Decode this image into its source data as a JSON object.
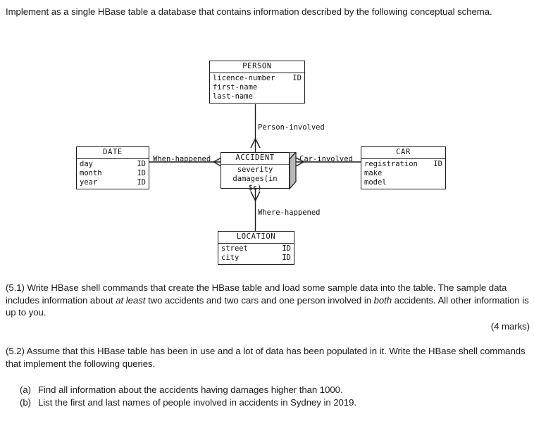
{
  "document": {
    "intro": "Implement as a single HBase table a database that contains information described by the following conceptual schema.",
    "q51": {
      "part1": "(5.1) Write HBase shell commands that create the HBase table and load some sample data into the table. The sample data includes information about ",
      "em1": "at least",
      "part2": " two accidents and two cars and one person involved in ",
      "em2": "both",
      "part3": " accidents. All other information is up to you.",
      "marks": "(4 marks)"
    },
    "q52": {
      "text": "(5.2) Assume that this HBase table has been in use and a lot of data has been populated in it. Write the HBase shell commands that implement the following queries.",
      "items": [
        {
          "marker": "(a)",
          "text": "Find all information about the accidents having damages higher than 1000."
        },
        {
          "marker": "(b)",
          "text": "List the first and last names of people involved in accidents in Sydney in 2019."
        }
      ]
    }
  },
  "diagram": {
    "type": "entity-relationship",
    "entities": [
      {
        "id": "person",
        "title": "PERSON",
        "attributes": [
          {
            "name": "licence-number",
            "key": "ID"
          },
          {
            "name": "first-name",
            "key": ""
          },
          {
            "name": "last-name",
            "key": ""
          }
        ]
      },
      {
        "id": "date",
        "title": "DATE",
        "attributes": [
          {
            "name": "day",
            "key": "ID"
          },
          {
            "name": "month",
            "key": "ID"
          },
          {
            "name": "year",
            "key": "ID"
          }
        ]
      },
      {
        "id": "accident",
        "title": "ACCIDENT",
        "attributes": [
          {
            "name": "severity",
            "key": ""
          },
          {
            "name": "damages(in $s)",
            "key": ""
          }
        ]
      },
      {
        "id": "car",
        "title": "CAR",
        "attributes": [
          {
            "name": "registration",
            "key": "ID"
          },
          {
            "name": "make",
            "key": ""
          },
          {
            "name": "model",
            "key": ""
          }
        ]
      },
      {
        "id": "location",
        "title": "LOCATION",
        "attributes": [
          {
            "name": "street",
            "key": "ID"
          },
          {
            "name": "city",
            "key": "ID"
          }
        ]
      }
    ],
    "relationships": [
      {
        "id": "person-involved",
        "label": "Person-involved",
        "from": "accident",
        "to": "person"
      },
      {
        "id": "when-happened",
        "label": "When-happened",
        "from": "accident",
        "to": "date"
      },
      {
        "id": "car-involved",
        "label": "Car-involved",
        "from": "accident",
        "to": "car"
      },
      {
        "id": "where-happened",
        "label": "Where-happened",
        "from": "accident",
        "to": "location"
      }
    ],
    "colors": {
      "line": "#1b1b1b",
      "box_fill": "#ffffff",
      "depth_fill": "#d2d2d2"
    }
  }
}
